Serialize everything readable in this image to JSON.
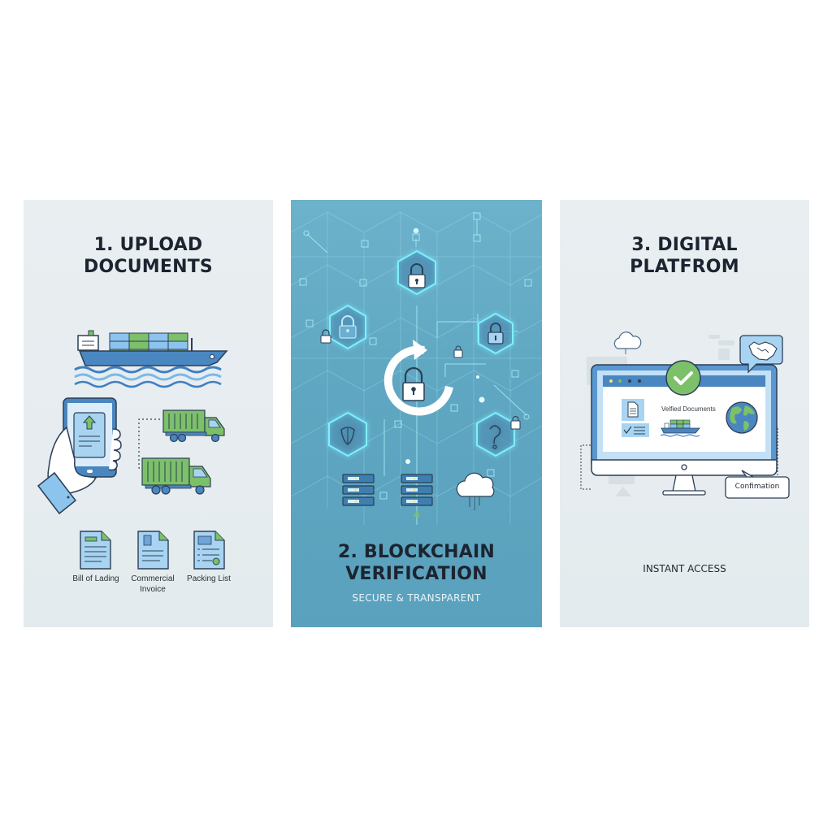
{
  "colors": {
    "background": "#ffffff",
    "panel_light": "#e7edf0",
    "panel_blue": "#62a9c4",
    "accent_blue": "#4a8ec4",
    "light_blue": "#a8d4f2",
    "accent_green": "#7cc06a",
    "title_dark": "#1c2430",
    "glow_cyan": "#7ff0ff"
  },
  "steps": [
    {
      "number": "1.",
      "title_line1": "1. UPLOAD",
      "title_line2": "DOCUMENTS",
      "illustration": [
        "cargo-ship-icon",
        "tablet-upload-icon",
        "hand-icon",
        "truck-icon",
        "truck-icon"
      ],
      "documents": [
        {
          "icon": "bill-of-lading-doc-icon",
          "label": "Bill of Lading"
        },
        {
          "icon": "commercial-invoice-doc-icon",
          "label_line1": "Commercial",
          "label_line2": "Invoice"
        },
        {
          "icon": "packing-list-doc-icon",
          "label": "Packing List"
        }
      ]
    },
    {
      "number": "2.",
      "title_line1": "2. BLOCKCHAIN",
      "title_line2": "VERIFICATION",
      "subtitle": "SECURE & TRANSPARENT",
      "illustration": [
        "padlock-refresh-icon",
        "hexagon-lock-icon",
        "server-rack-icon",
        "cloud-icon",
        "network-nodes"
      ]
    },
    {
      "number": "3.",
      "title_line1": "3. DIGITAL",
      "title_line2": "PLATFROM",
      "screen": {
        "heading": "Velfied Documents",
        "icons": [
          "document-icon",
          "checklist-icon",
          "cargo-ship-icon",
          "globe-icon",
          "check-badge-icon"
        ]
      },
      "handshake_bubble": "handshake-icon",
      "confirmation_bubble": "Confimation",
      "caption": "INSTANT ACCESS"
    }
  ]
}
